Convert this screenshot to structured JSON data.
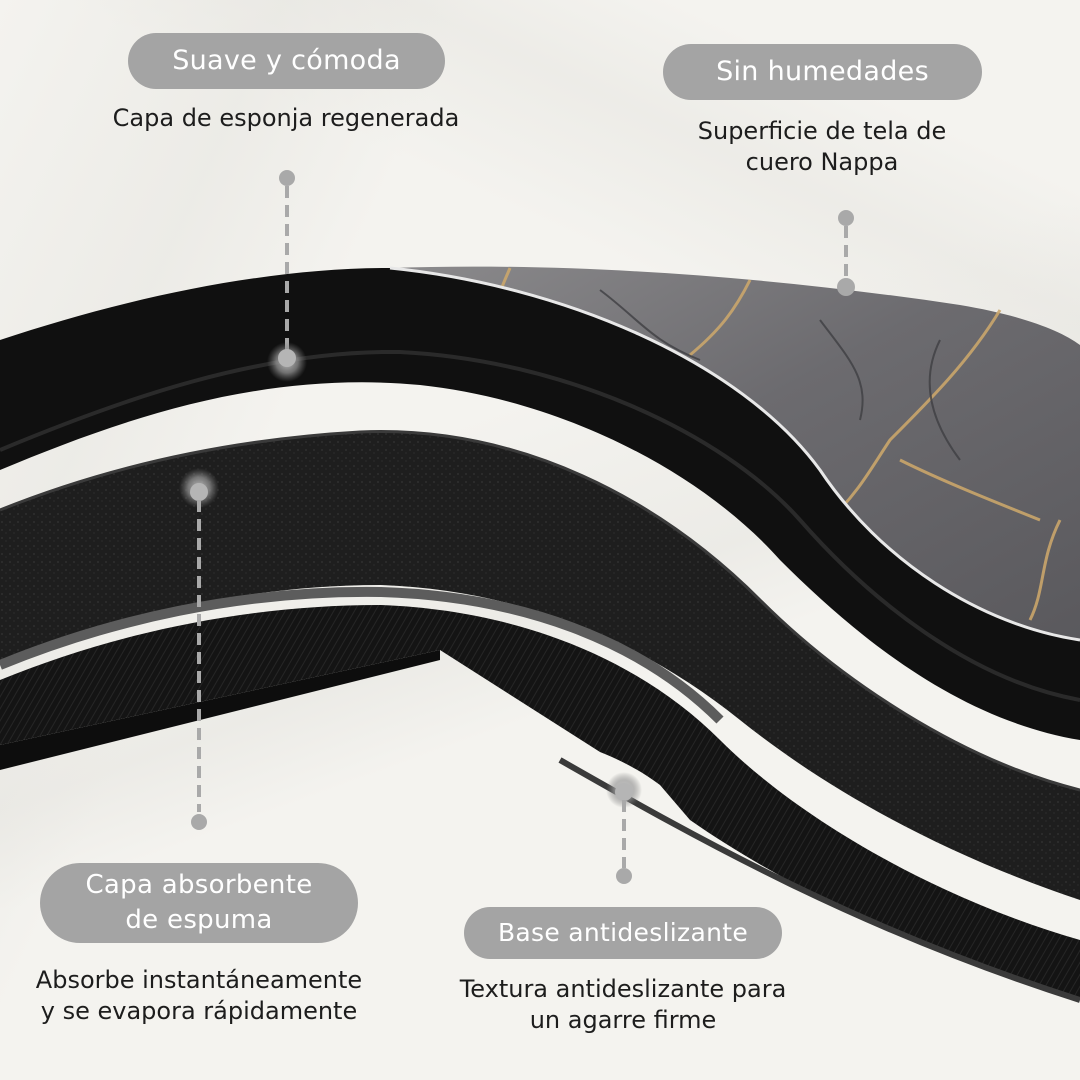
{
  "colors": {
    "background": "#f4f3ef",
    "pill_fill": "#a4a4a4",
    "pill_text": "#ffffff",
    "desc_text": "#1d1d1d",
    "callout_line": "#a9a9a9",
    "mat_black": "#111111",
    "marble_grey": "#6e6d70",
    "marble_gold": "#c9a56a"
  },
  "callouts": [
    {
      "id": "soft-comfortable",
      "title": "Suave y cómoda",
      "description": "Capa de esponja regenerada"
    },
    {
      "id": "no-moisture",
      "title": "Sin humedades",
      "description": "Superficie de tela de\ncuero Nappa"
    },
    {
      "id": "absorbent-foam",
      "title": "Capa absorbente\nde espuma",
      "description": "Absorbe instantáneamente\ny se evapora rápidamente"
    },
    {
      "id": "non-slip-base",
      "title": "Base antideslizante",
      "description": "Textura antideslizante para\nun agarre firme"
    }
  ],
  "image": {
    "subject": "layered-bath-mat-cross-section",
    "layers": [
      "Nappa leather marble surface",
      "regenerated sponge layer",
      "absorbent foam layer",
      "non-slip base"
    ]
  }
}
